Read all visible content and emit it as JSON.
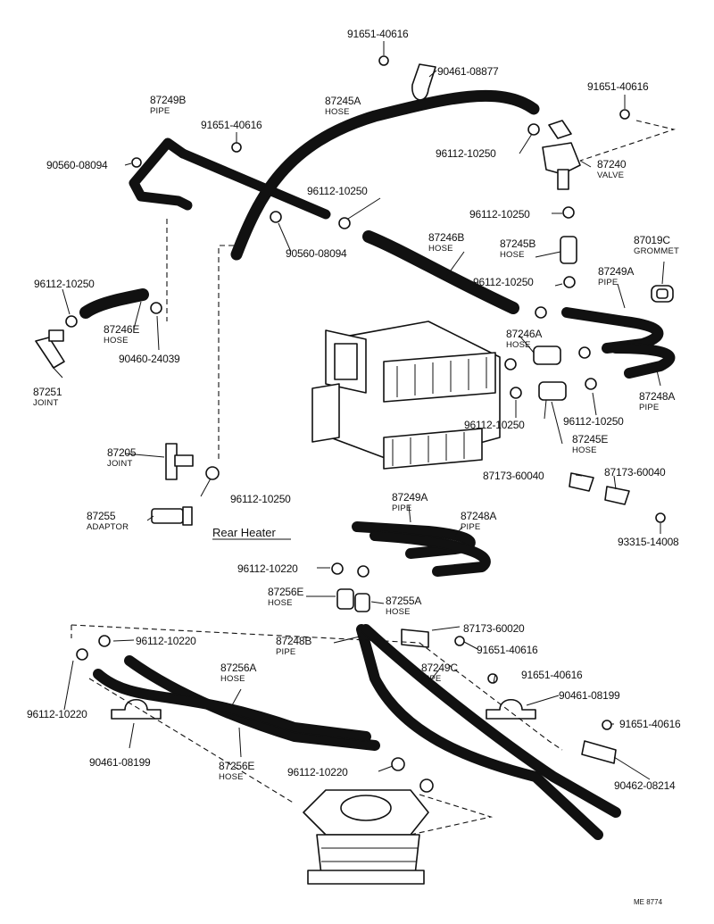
{
  "labels": {
    "l01": "91651-40616",
    "l02": "90461-08877",
    "l03": "87249B",
    "l04": "PIPE",
    "l05": "87245A",
    "l06": "HOSE",
    "l07": "91651-40616",
    "l08": "91651-40616",
    "l09": "90560-08094",
    "l10": "96112-10250",
    "l11": "87240",
    "l12": "VALVE",
    "l13": "96112-10250",
    "l14": "96112-10250",
    "l15": "87246B",
    "l16": "HOSE",
    "l17": "87245B",
    "l18": "HOSE",
    "l19": "87019C",
    "l20": "GROMMET",
    "l21": "90560-08094",
    "l22": "87249A",
    "l23": "PIPE",
    "l24": "96112-10250",
    "l25": "96112-10250",
    "l26": "87246E",
    "l27": "HOSE",
    "l28": "90460-24039",
    "l29": "87246A",
    "l30": "HOSE",
    "l31": "87251",
    "l32": "JOINT",
    "l33": "87248A",
    "l34": "PIPE",
    "l35": "96112-10250",
    "l36": "96112-10250",
    "l37": "87245E",
    "l38": "HOSE",
    "l39": "87205",
    "l40": "JOINT",
    "l41": "87173-60040",
    "l42": "87173-60040",
    "l43": "96112-10250",
    "l44": "87249A",
    "l45": "PIPE",
    "l46": "87255",
    "l47": "ADAPTOR",
    "l48": "87248A",
    "l49": "PIPE",
    "l50": "93315-14008",
    "l51": "Rear Heater",
    "l52": "96112-10220",
    "l53": "87256E",
    "l54": "HOSE",
    "l55": "87255A",
    "l56": "HOSE",
    "l57": "87173-60020",
    "l58": "87248B",
    "l59": "PIPE",
    "l60": "91651-40616",
    "l61": "96112-10220",
    "l62": "87256A",
    "l63": "HOSE",
    "l64": "87249C",
    "l65": "PIPE",
    "l66": "91651-40616",
    "l67": "96112-10220",
    "l68": "90461-08199",
    "l69": "91651-40616",
    "l70": "90461-08199",
    "l71": "87256E",
    "l72": "HOSE",
    "l73": "96112-10220",
    "l74": "90462-08214",
    "l75": "ME 8774"
  }
}
